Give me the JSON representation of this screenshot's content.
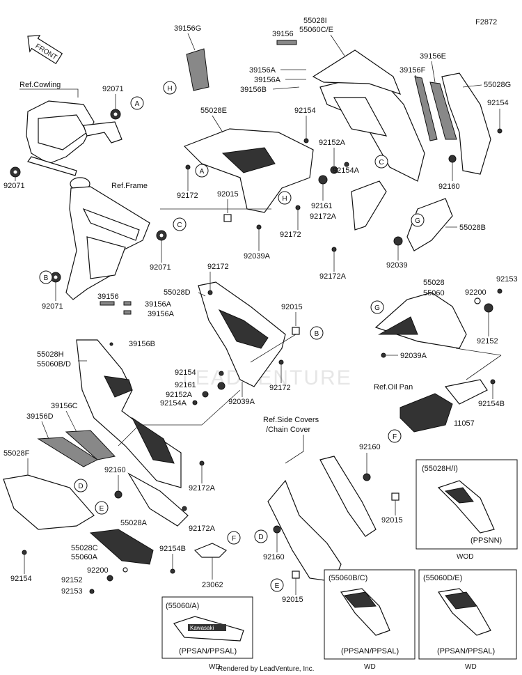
{
  "figure_code": "F2872",
  "footer_text": "Rendered by LeadVenture, Inc.",
  "watermark": "LEADVENTURE",
  "front_arrow": "FRONT",
  "references": {
    "cowling": "Ref.Cowling",
    "frame": "Ref.Frame",
    "oil_pan": "Ref.Oil Pan",
    "side_covers_1": "Ref.Side Covers",
    "side_covers_2": "/Chain Cover"
  },
  "part_labels": {
    "p39156G": "39156G",
    "p39156_top": "39156",
    "p55028I": "55028I",
    "p55060CE": "55060C/E",
    "p39156A_top1": "39156A",
    "p39156A_top2": "39156A",
    "p39156B_top": "39156B",
    "p39156E": "39156E",
    "p39156F": "39156F",
    "p55028G": "55028G",
    "p92154_r1": "92154",
    "p55028E": "55028E",
    "p92154_c1": "92154",
    "p92152A_c1": "92152A",
    "p92154A_c1": "92154A",
    "p92161_c1": "92161",
    "p92160_r1": "92160",
    "p92172_c1": "92172",
    "p92015_c1": "92015",
    "p92172A_c1": "92172A",
    "p92172_c2": "92172",
    "p55028B": "55028B",
    "p92039A_c1": "92039A",
    "p92172A_c2": "92172A",
    "p92039_c1": "92039",
    "p92071_a": "92071",
    "p92071_b": "92071",
    "p92071_c": "92071",
    "p92071_d": "92071",
    "p92172_m": "92172",
    "p55028D": "55028D",
    "p92015_m": "92015",
    "p39156_m": "39156",
    "p39156A_m1": "39156A",
    "p39156A_m2": "39156A",
    "p39156B_m": "39156B",
    "p55028H": "55028H",
    "p55060BD": "55060B/D",
    "p92154_m": "92154",
    "p92161_m": "92161",
    "p92152A_m": "92152A",
    "p92154A_m": "92154A",
    "p92172_m2": "92172",
    "p92039A_m": "92039A",
    "p55028_r": "55028",
    "p55060_r": "55060",
    "p92200_r": "92200",
    "p92153_r": "92153",
    "p92152_r": "92152",
    "p92039A_r": "92039A",
    "p92154B_r": "92154B",
    "p11057": "11057",
    "p39156C": "39156C",
    "p39156D": "39156D",
    "p55028F": "55028F",
    "p92160_m": "92160",
    "p92172A_m1": "92172A",
    "p55028A": "55028A",
    "p92172A_m2": "92172A",
    "p55028C": "55028C",
    "p55060A": "55060A",
    "p92154B_m": "92154B",
    "p92200_m": "92200",
    "p92152_m": "92152",
    "p92153_m": "92153",
    "p92154_l": "92154",
    "p23062": "23062",
    "p92160_s1": "92160",
    "p92015_s1": "92015",
    "p92160_s2": "92160",
    "p92015_s2": "92015"
  },
  "callouts": [
    "A",
    "A",
    "B",
    "B",
    "C",
    "C",
    "D",
    "D",
    "E",
    "E",
    "F",
    "F",
    "G",
    "G",
    "H",
    "H"
  ],
  "insets": [
    {
      "code": "(55028H/I)",
      "color": "(PPSNN)",
      "note": "WOD"
    },
    {
      "code": "(55060B/C)",
      "color": "(PPSAN/PPSAL)",
      "note": "WD"
    },
    {
      "code": "(55060D/E)",
      "color": "(PPSAN/PPSAL)",
      "note": "WD"
    },
    {
      "code": "(55060/A)",
      "color": "(PPSAN/PPSAL)",
      "note": "WD",
      "logo_text": "Kawasaki"
    }
  ]
}
